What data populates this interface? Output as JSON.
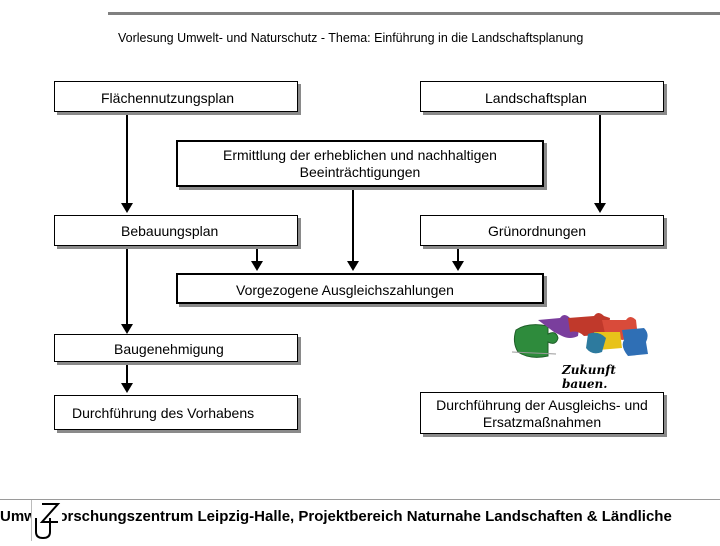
{
  "header": {
    "title": "Vorlesung Umwelt- und Naturschutz - Thema: Einführung in die Landschaftsplanung"
  },
  "diagram": {
    "flaechennutzungsplan": "Flächennutzungsplan",
    "landschaftsplan": "Landschaftsplan",
    "ermittlung": "Ermittlung der erheblichen und nachhaltigen Beeinträchtigungen",
    "bebauungsplan": "Bebauungsplan",
    "gruenordnungen": "Grünordnungen",
    "ausgleichszahlungen": "Vorgezogene Ausgleichszahlungen",
    "baugenehmigung": "Baugenehmigung",
    "durchfuehrung_vorhaben": "Durchführung des Vorhabens",
    "durchfuehrung_ausgleich": "Durchführung der Ausgleichs- und Ersatzmaßnahmen"
  },
  "puzzle_image": {
    "caption": "Zukunft bauen."
  },
  "footer": {
    "text": "Umweltforschungszentrum Leipzig-Halle, Projektbereich Naturnahe Landschaften & Ländliche"
  },
  "colors": {
    "rule": "#808080",
    "shadow": "#8a8a8a",
    "piece_red": "#c0392b",
    "piece_blue": "#2f6fb5",
    "piece_green": "#2e8b3c",
    "piece_yellow": "#e8c21a",
    "piece_purple": "#7a3e9d"
  }
}
